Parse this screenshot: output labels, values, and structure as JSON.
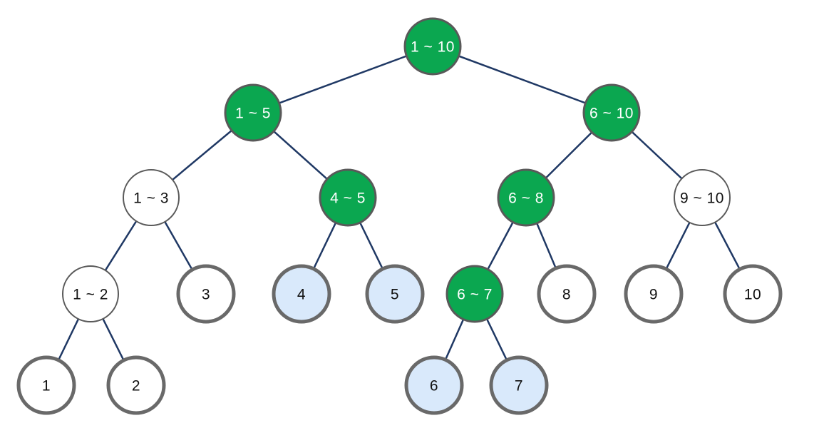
{
  "diagram": {
    "type": "segment-tree",
    "colors": {
      "background": "#ffffff",
      "node_green_fill": "#0ba750",
      "node_blue_fill": "#d9e9fb",
      "node_white_fill": "#ffffff",
      "node_border_thin": "#595959",
      "node_border_thick": "#696969",
      "edge_line": "#1f3864",
      "text_dark": "#111111",
      "text_light": "#ffffff"
    },
    "nodes": [
      {
        "label": "1 ~ 10",
        "style": "green-internal"
      },
      {
        "label": "1 ~ 5",
        "style": "green-internal"
      },
      {
        "label": "6 ~ 10",
        "style": "green-internal"
      },
      {
        "label": "1 ~ 3",
        "style": "white-internal"
      },
      {
        "label": "4 ~ 5",
        "style": "green-internal"
      },
      {
        "label": "6 ~ 8",
        "style": "green-internal"
      },
      {
        "label": "9 ~ 10",
        "style": "white-internal"
      },
      {
        "label": "1 ~ 2",
        "style": "white-internal"
      },
      {
        "label": "3",
        "style": "leaf-white"
      },
      {
        "label": "4",
        "style": "leaf-blue"
      },
      {
        "label": "5",
        "style": "leaf-blue"
      },
      {
        "label": "6 ~ 7",
        "style": "green-internal"
      },
      {
        "label": "8",
        "style": "leaf-white"
      },
      {
        "label": "9",
        "style": "leaf-white"
      },
      {
        "label": "10",
        "style": "leaf-white"
      },
      {
        "label": "1",
        "style": "leaf-white"
      },
      {
        "label": "2",
        "style": "leaf-white"
      },
      {
        "label": "6",
        "style": "leaf-blue"
      },
      {
        "label": "7",
        "style": "leaf-blue"
      }
    ],
    "edges": [
      [
        "1 ~ 10",
        "1 ~ 5"
      ],
      [
        "1 ~ 10",
        "6 ~ 10"
      ],
      [
        "1 ~ 5",
        "1 ~ 3"
      ],
      [
        "1 ~ 5",
        "4 ~ 5"
      ],
      [
        "6 ~ 10",
        "6 ~ 8"
      ],
      [
        "6 ~ 10",
        "9 ~ 10"
      ],
      [
        "1 ~ 3",
        "1 ~ 2"
      ],
      [
        "1 ~ 3",
        "3"
      ],
      [
        "4 ~ 5",
        "4"
      ],
      [
        "4 ~ 5",
        "5"
      ],
      [
        "6 ~ 8",
        "6 ~ 7"
      ],
      [
        "6 ~ 8",
        "8"
      ],
      [
        "9 ~ 10",
        "9"
      ],
      [
        "9 ~ 10",
        "10"
      ],
      [
        "1 ~ 2",
        "1"
      ],
      [
        "1 ~ 2",
        "2"
      ],
      [
        "6 ~ 7",
        "6"
      ],
      [
        "6 ~ 7",
        "7"
      ]
    ]
  }
}
